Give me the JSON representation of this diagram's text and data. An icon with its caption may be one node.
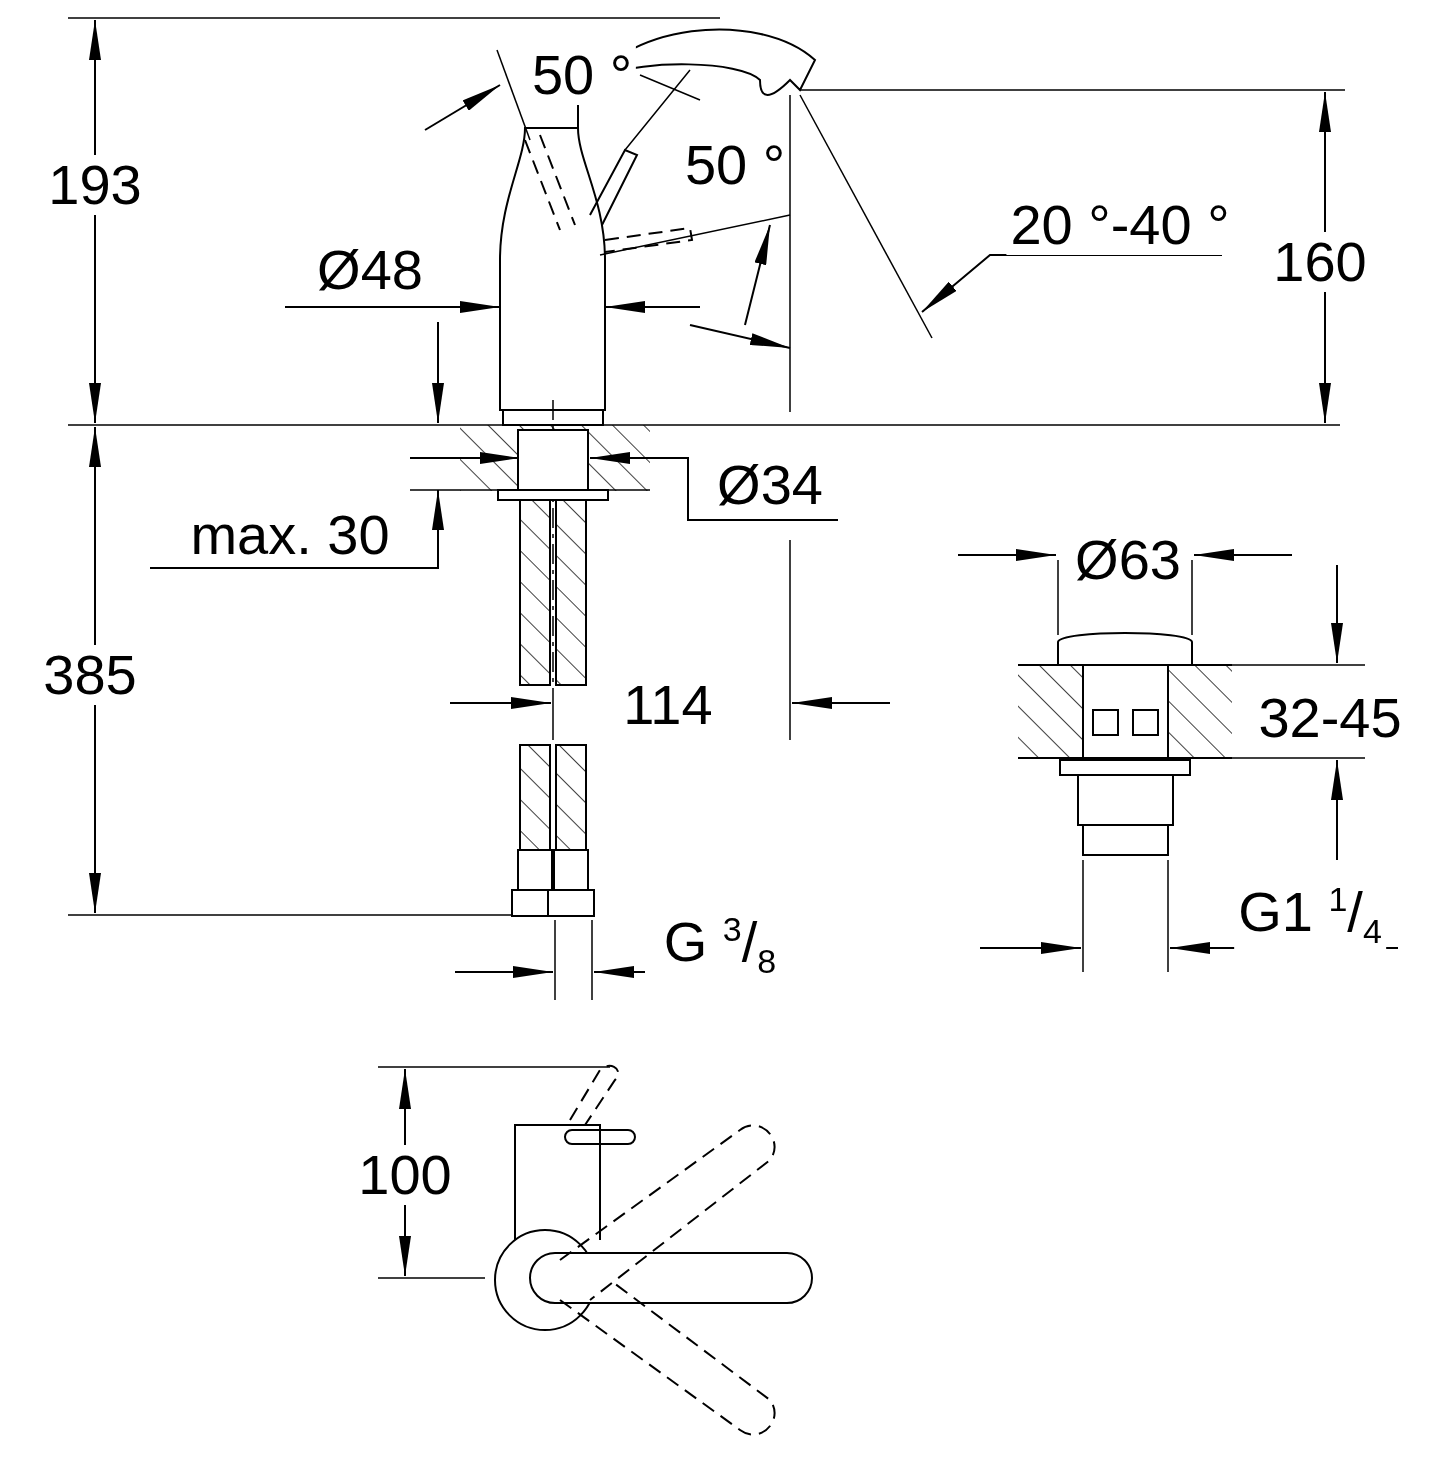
{
  "diagram": {
    "labels": [
      "193",
      "50 °",
      "50 °",
      "20 °-40 °",
      "160",
      "Ø48",
      "Ø34",
      "max. 30",
      "385",
      "Ø63",
      "114",
      "32-45",
      "G $^{3}$/$_{8}$",
      "G1 $^{1}$/$_{4}$",
      "100"
    ]
  }
}
